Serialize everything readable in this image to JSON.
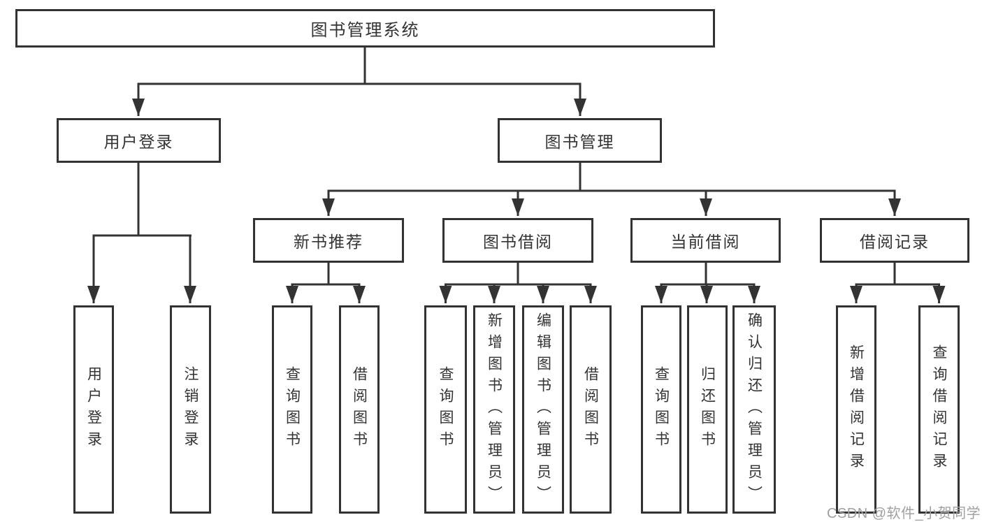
{
  "diagram": {
    "root": {
      "id": "library-management-system",
      "label": "图书管理系统"
    },
    "level2": [
      {
        "id": "user-login-branch",
        "label": "用户登录",
        "parent": "图书管理系统"
      },
      {
        "id": "book-management-branch",
        "label": "图书管理",
        "parent": "图书管理系统"
      }
    ],
    "level3": [
      {
        "id": "new-book-recommend",
        "label": "新书推荐",
        "parent": "图书管理"
      },
      {
        "id": "book-borrowing",
        "label": "图书借阅",
        "parent": "图书管理"
      },
      {
        "id": "current-borrowing",
        "label": "当前借阅",
        "parent": "图书管理"
      },
      {
        "id": "borrowing-records",
        "label": "借阅记录",
        "parent": "图书管理"
      }
    ],
    "leaves": [
      {
        "id": "user-login",
        "label": "用户登录",
        "parent": "用户登录"
      },
      {
        "id": "logout",
        "label": "注销登录",
        "parent": "用户登录"
      },
      {
        "id": "query-books-recommend",
        "label": "查询图书",
        "parent": "新书推荐"
      },
      {
        "id": "borrow-books-recommend",
        "label": "借阅图书",
        "parent": "新书推荐"
      },
      {
        "id": "query-books-borrowing",
        "label": "查询图书",
        "parent": "图书借阅"
      },
      {
        "id": "add-book-admin",
        "label": "新增图书（管理员）",
        "parent": "图书借阅"
      },
      {
        "id": "edit-book-admin",
        "label": "编辑图书（管理员）",
        "parent": "图书借阅"
      },
      {
        "id": "borrow-books-borrowing",
        "label": "借阅图书",
        "parent": "图书借阅"
      },
      {
        "id": "query-books-current",
        "label": "查询图书",
        "parent": "当前借阅"
      },
      {
        "id": "return-books",
        "label": "归还图书",
        "parent": "当前借阅"
      },
      {
        "id": "confirm-return-admin",
        "label": "确认归还（管理员）",
        "parent": "当前借阅"
      },
      {
        "id": "add-borrow-record",
        "label": "新增借阅记录",
        "parent": "借阅记录"
      },
      {
        "id": "query-borrow-record",
        "label": "查询借阅记录",
        "parent": "借阅记录"
      }
    ]
  },
  "watermark": {
    "text": "CSDN @软件_小贺同学",
    "color": "#a0a0a0"
  },
  "colors": {
    "line": "#333333",
    "box_border": "#333333",
    "text": "#333333",
    "background": "#ffffff"
  }
}
